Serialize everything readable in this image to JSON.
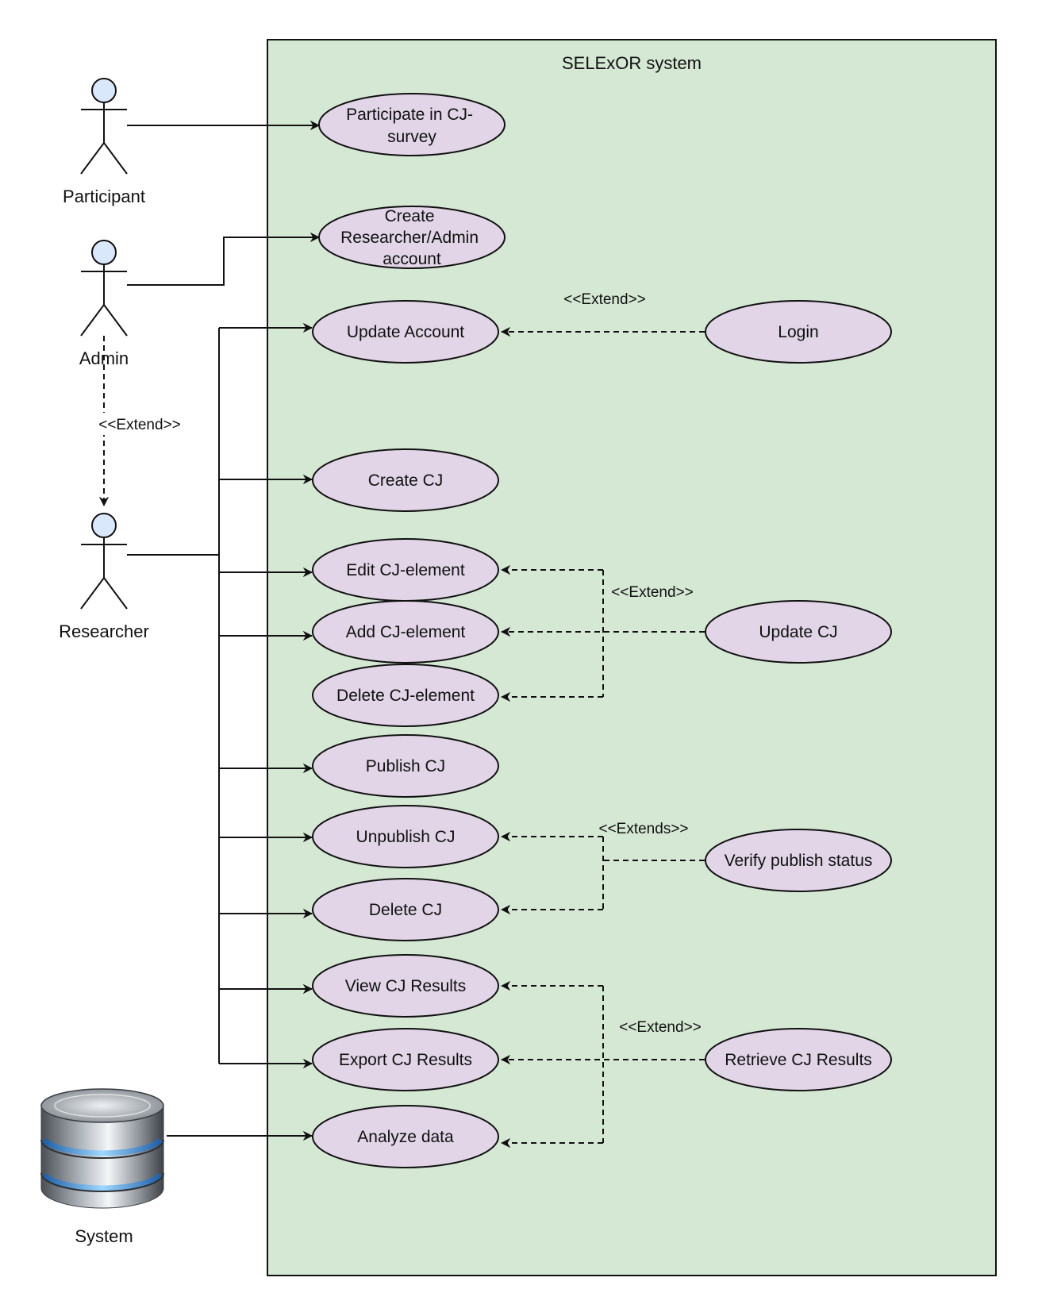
{
  "system": {
    "title": "SELExOR system"
  },
  "actors": {
    "participant": "Participant",
    "admin": "Admin",
    "researcher": "Researcher",
    "system": "System"
  },
  "use_cases": {
    "participate_cj_survey": [
      "Participate in CJ-",
      "survey"
    ],
    "create_account": [
      "Create",
      "Researcher/Admin",
      "account"
    ],
    "update_account": "Update Account",
    "login": "Login",
    "create_cj": "Create CJ",
    "edit_cj_element": "Edit CJ-element",
    "add_cj_element": "Add CJ-element",
    "delete_cj_element": "Delete CJ-element",
    "update_cj": "Update CJ",
    "publish_cj": "Publish CJ",
    "unpublish_cj": "Unpublish CJ",
    "verify_publish_status": "Verify publish status",
    "delete_cj": "Delete CJ",
    "view_cj_results": "View CJ Results",
    "export_cj_results": "Export CJ Results",
    "retrieve_cj_results": "Retrieve CJ Results",
    "analyze_data": "Analyze data"
  },
  "stereotypes": {
    "login_extend": "<<Extend>>",
    "admin_extend": "<<Extend>>",
    "update_cj_extend": "<<Extend>>",
    "verify_extends": "<<Extends>>",
    "retrieve_extend": "<<Extend>>"
  },
  "colors": {
    "system_fill": "#d5e8d4",
    "use_case_fill": "#e1d5e7",
    "actor_head_fill": "#dae8fc",
    "stroke": "#111111"
  },
  "icons": {
    "system": "database-cylinder-icon"
  }
}
